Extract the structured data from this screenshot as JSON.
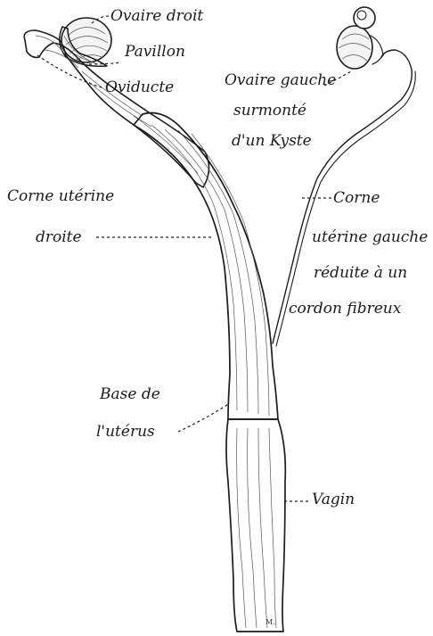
{
  "labels": {
    "ovaire_droit": "Ovaire droit",
    "pavillon": "Pavillon",
    "oviducte": "Oviducte",
    "ovaire_gauche_1": "Ovaire gauche",
    "ovaire_gauche_2": "surmonté",
    "ovaire_gauche_3": "d'un Kyste",
    "corne_droite_1": "Corne utérine",
    "corne_droite_2": "droite",
    "corne_gauche_1": "Corne",
    "corne_gauche_2": "utérine gauche",
    "corne_gauche_3": "réduite à un",
    "corne_gauche_4": "cordon fibreux",
    "base_1": "Base de",
    "base_2": "l'utérus",
    "vagin": "Vagin"
  },
  "colors": {
    "ink": "#1c1c1c",
    "paper": "#ffffff"
  }
}
